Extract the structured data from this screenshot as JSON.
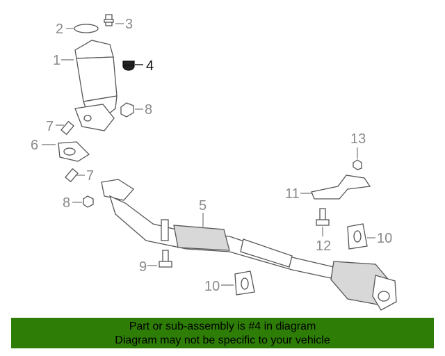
{
  "callouts": {
    "c1": "1",
    "c2": "2",
    "c3": "3",
    "c4": "4",
    "c5": "5",
    "c6": "6",
    "c7a": "7",
    "c7b": "7",
    "c8a": "8",
    "c8b": "8",
    "c9": "9",
    "c10a": "10",
    "c10b": "10",
    "c11": "11",
    "c12": "12",
    "c13": "13"
  },
  "highlight_part": "4",
  "colors": {
    "footer_bg": "#2e7d07",
    "callout": "#8a8a8a",
    "callout_active": "#111111"
  },
  "footer": {
    "line1": "Part or sub-assembly is #4 in diagram",
    "line2": "Diagram may not be specific to your vehicle"
  }
}
